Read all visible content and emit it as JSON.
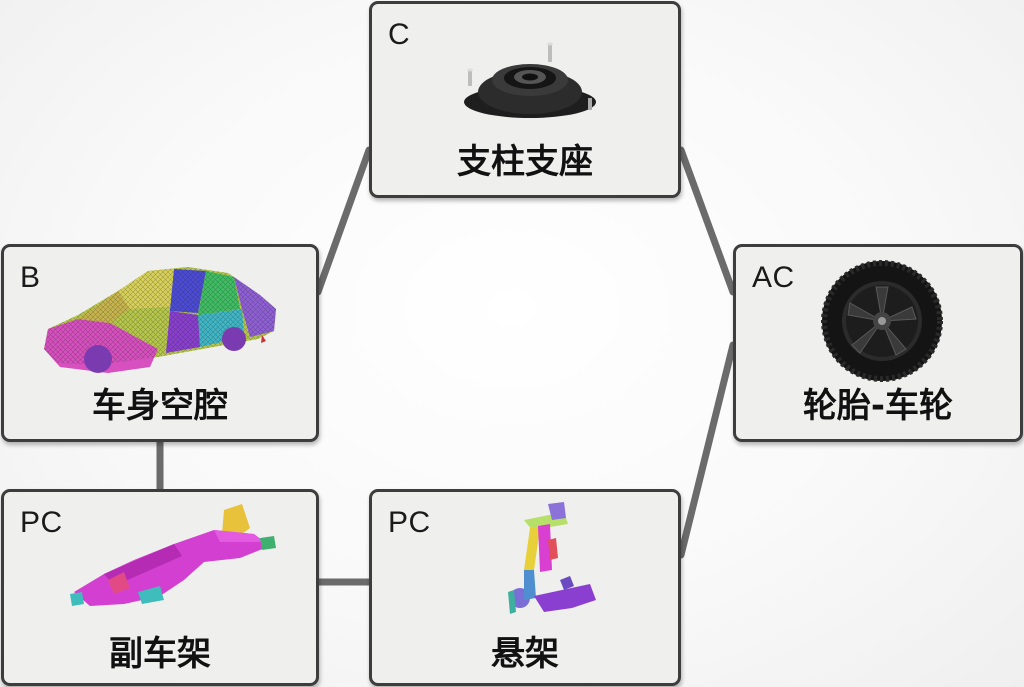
{
  "nodes": {
    "c": {
      "tag": "C",
      "label": "支柱支座",
      "image": "strut-mount-icon"
    },
    "b": {
      "tag": "B",
      "label": "车身空腔",
      "image": "car-body-mesh-icon"
    },
    "ac": {
      "tag": "AC",
      "label": "轮胎-车轮",
      "image": "tire-wheel-icon"
    },
    "pl": {
      "tag": "PC",
      "label": "副车架",
      "image": "subframe-icon"
    },
    "pr": {
      "tag": "PC",
      "label": "悬架",
      "image": "suspension-icon"
    }
  },
  "connections": [
    {
      "from": "b",
      "to": "c"
    },
    {
      "from": "c",
      "to": "ac"
    },
    {
      "from": "ac",
      "to": "pr"
    },
    {
      "from": "pr",
      "to": "pl"
    },
    {
      "from": "pl",
      "to": "b"
    }
  ],
  "colors": {
    "border": "#3d3d3d",
    "box": "#efefee",
    "link": "#6b6b6b"
  }
}
